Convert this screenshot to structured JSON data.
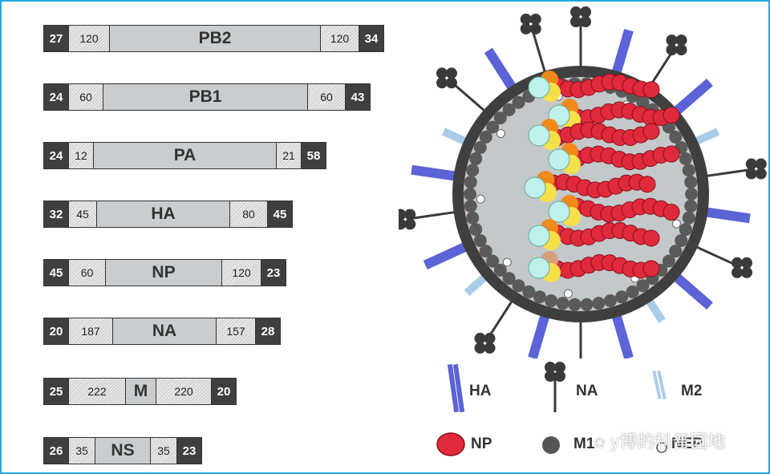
{
  "genes": [
    {
      "name": "PB2",
      "left_end": "27",
      "left_utr": "120",
      "right_utr": "120",
      "right_end": "34"
    },
    {
      "name": "PB1",
      "left_end": "24",
      "left_utr": "60",
      "right_utr": "60",
      "right_end": "43"
    },
    {
      "name": "PA",
      "left_end": "24",
      "left_utr": "12",
      "right_utr": "21",
      "right_end": "58"
    },
    {
      "name": "HA",
      "left_end": "32",
      "left_utr": "45",
      "right_utr": "80",
      "right_end": "45"
    },
    {
      "name": "NP",
      "left_end": "45",
      "left_utr": "60",
      "right_utr": "120",
      "right_end": "23"
    },
    {
      "name": "NA",
      "left_end": "20",
      "left_utr": "187",
      "right_utr": "157",
      "right_end": "28"
    },
    {
      "name": "M",
      "left_end": "25",
      "left_utr": "222",
      "right_utr": "220",
      "right_end": "20"
    },
    {
      "name": "NS",
      "left_end": "26",
      "left_utr": "35",
      "right_utr": "35",
      "right_end": "23"
    }
  ],
  "legend": {
    "ha": "HA",
    "na": "NA",
    "m2": "M2",
    "np": "NP",
    "m1": "M1",
    "nep": "NEP"
  },
  "watermark": "y博的科普园地",
  "colors": {
    "frame": "#23a7e0",
    "ha_spike": "#5b63d6",
    "na_spike": "#3a3a3a",
    "m2_channel": "#a9cde9",
    "np": "#e02a3b",
    "membrane": "#444444",
    "core": "#bfc4c6"
  }
}
